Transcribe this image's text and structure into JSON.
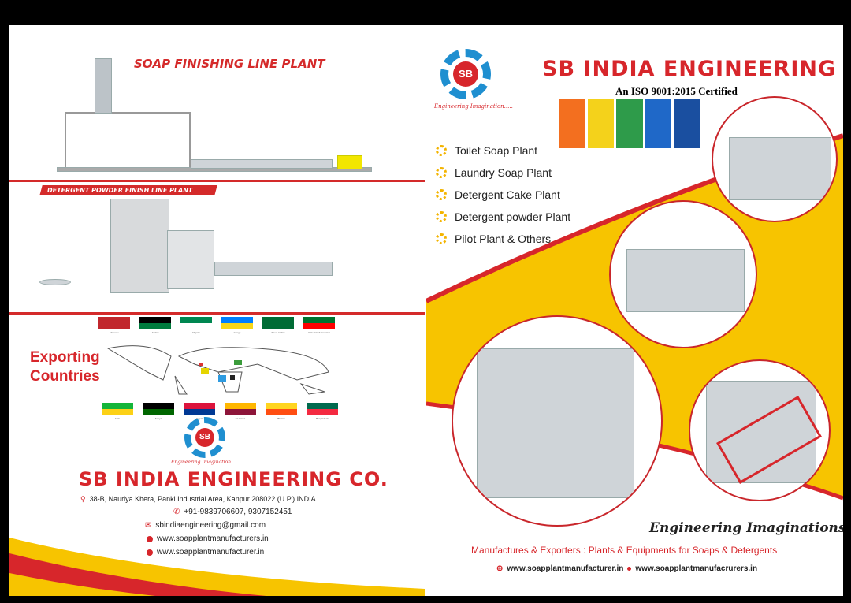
{
  "left": {
    "soap_title": "SOAP FINISHING LINE PLANT",
    "detergent_title": "DETERGENT POWDER FINISH LINE PLANT",
    "exporting_title": "Exporting Countries",
    "flags_top": [
      "Morocco",
      "Jordan",
      "Nigeria",
      "Congo",
      "Saudi Arabia",
      "United Arab Emirates"
    ],
    "flags_bottom": [
      "Mali",
      "Kenya",
      "Nepal",
      "Sri Lanka",
      "Bhutan",
      "Bangladesh"
    ],
    "logo_tagline": "Engineering Imagination.....",
    "company": "SB INDIA ENGINEERING CO.",
    "address": "38-B, Nauriya Khera, Panki Industrial Area, Kanpur 208022 (U.P.) INDIA",
    "phone": "+91-9839706607, 9307152451",
    "email": "sbindiaengineering@gmail.com",
    "web1": "www.soapplantmanufacturers.in",
    "web2": "www.soapplantmanufacturer.in"
  },
  "right": {
    "company": "SB INDIA ENGINEERING CO.",
    "certified": "An ISO 9001:2015 Certified",
    "logo_tagline": "Engineering Imagination.....",
    "products": [
      "Toilet Soap Plant",
      "Laundry Soap Plant",
      "Detergent Cake Plant",
      "Detergent powder Plant",
      "Pilot Plant & Others"
    ],
    "slogan": "Engineering Imaginations ...",
    "manufactures": "Manufactures & Exporters : Plants & Equipments for Soaps & Detergents",
    "web1": "www.soapplantmanufacturer.in",
    "web2": "www.soapplantmanufacrurers.in"
  },
  "colors": {
    "red": "#d7262b",
    "yellow": "#f7c400",
    "blue": "#1f8fd0"
  }
}
